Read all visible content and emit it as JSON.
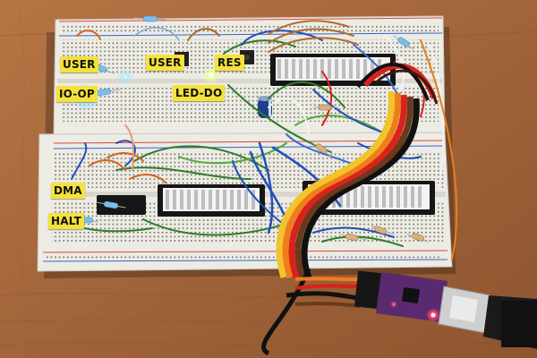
{
  "labels": {
    "user_1": "USER",
    "user_2": "USER",
    "res": "RES",
    "io_op": "IO-OP",
    "led_do": "LED-DO",
    "dma": "DMA",
    "halt": "HALT"
  },
  "colors": {
    "table_wood": "#a86a3c",
    "breadboard": "#ecebe4",
    "sticker_yellow": "#f4e23a",
    "chip_black": "#161616",
    "ribbon_red": "#d8221b",
    "ribbon_orange": "#f07d1c",
    "ribbon_yellow": "#f2c42a",
    "ribbon_brown": "#6a3a1c",
    "ribbon_black": "#111111",
    "usb_board_purple": "#5a2a70",
    "led_blue": "#7fd8ff",
    "led_green": "#d9ff7a"
  },
  "objects": [
    "breadboard",
    "dip-chip",
    "ribbon-cable",
    "usb-serial-adapter",
    "push-button",
    "led",
    "resistor",
    "electrolytic-capacitor",
    "jumper-wire"
  ]
}
